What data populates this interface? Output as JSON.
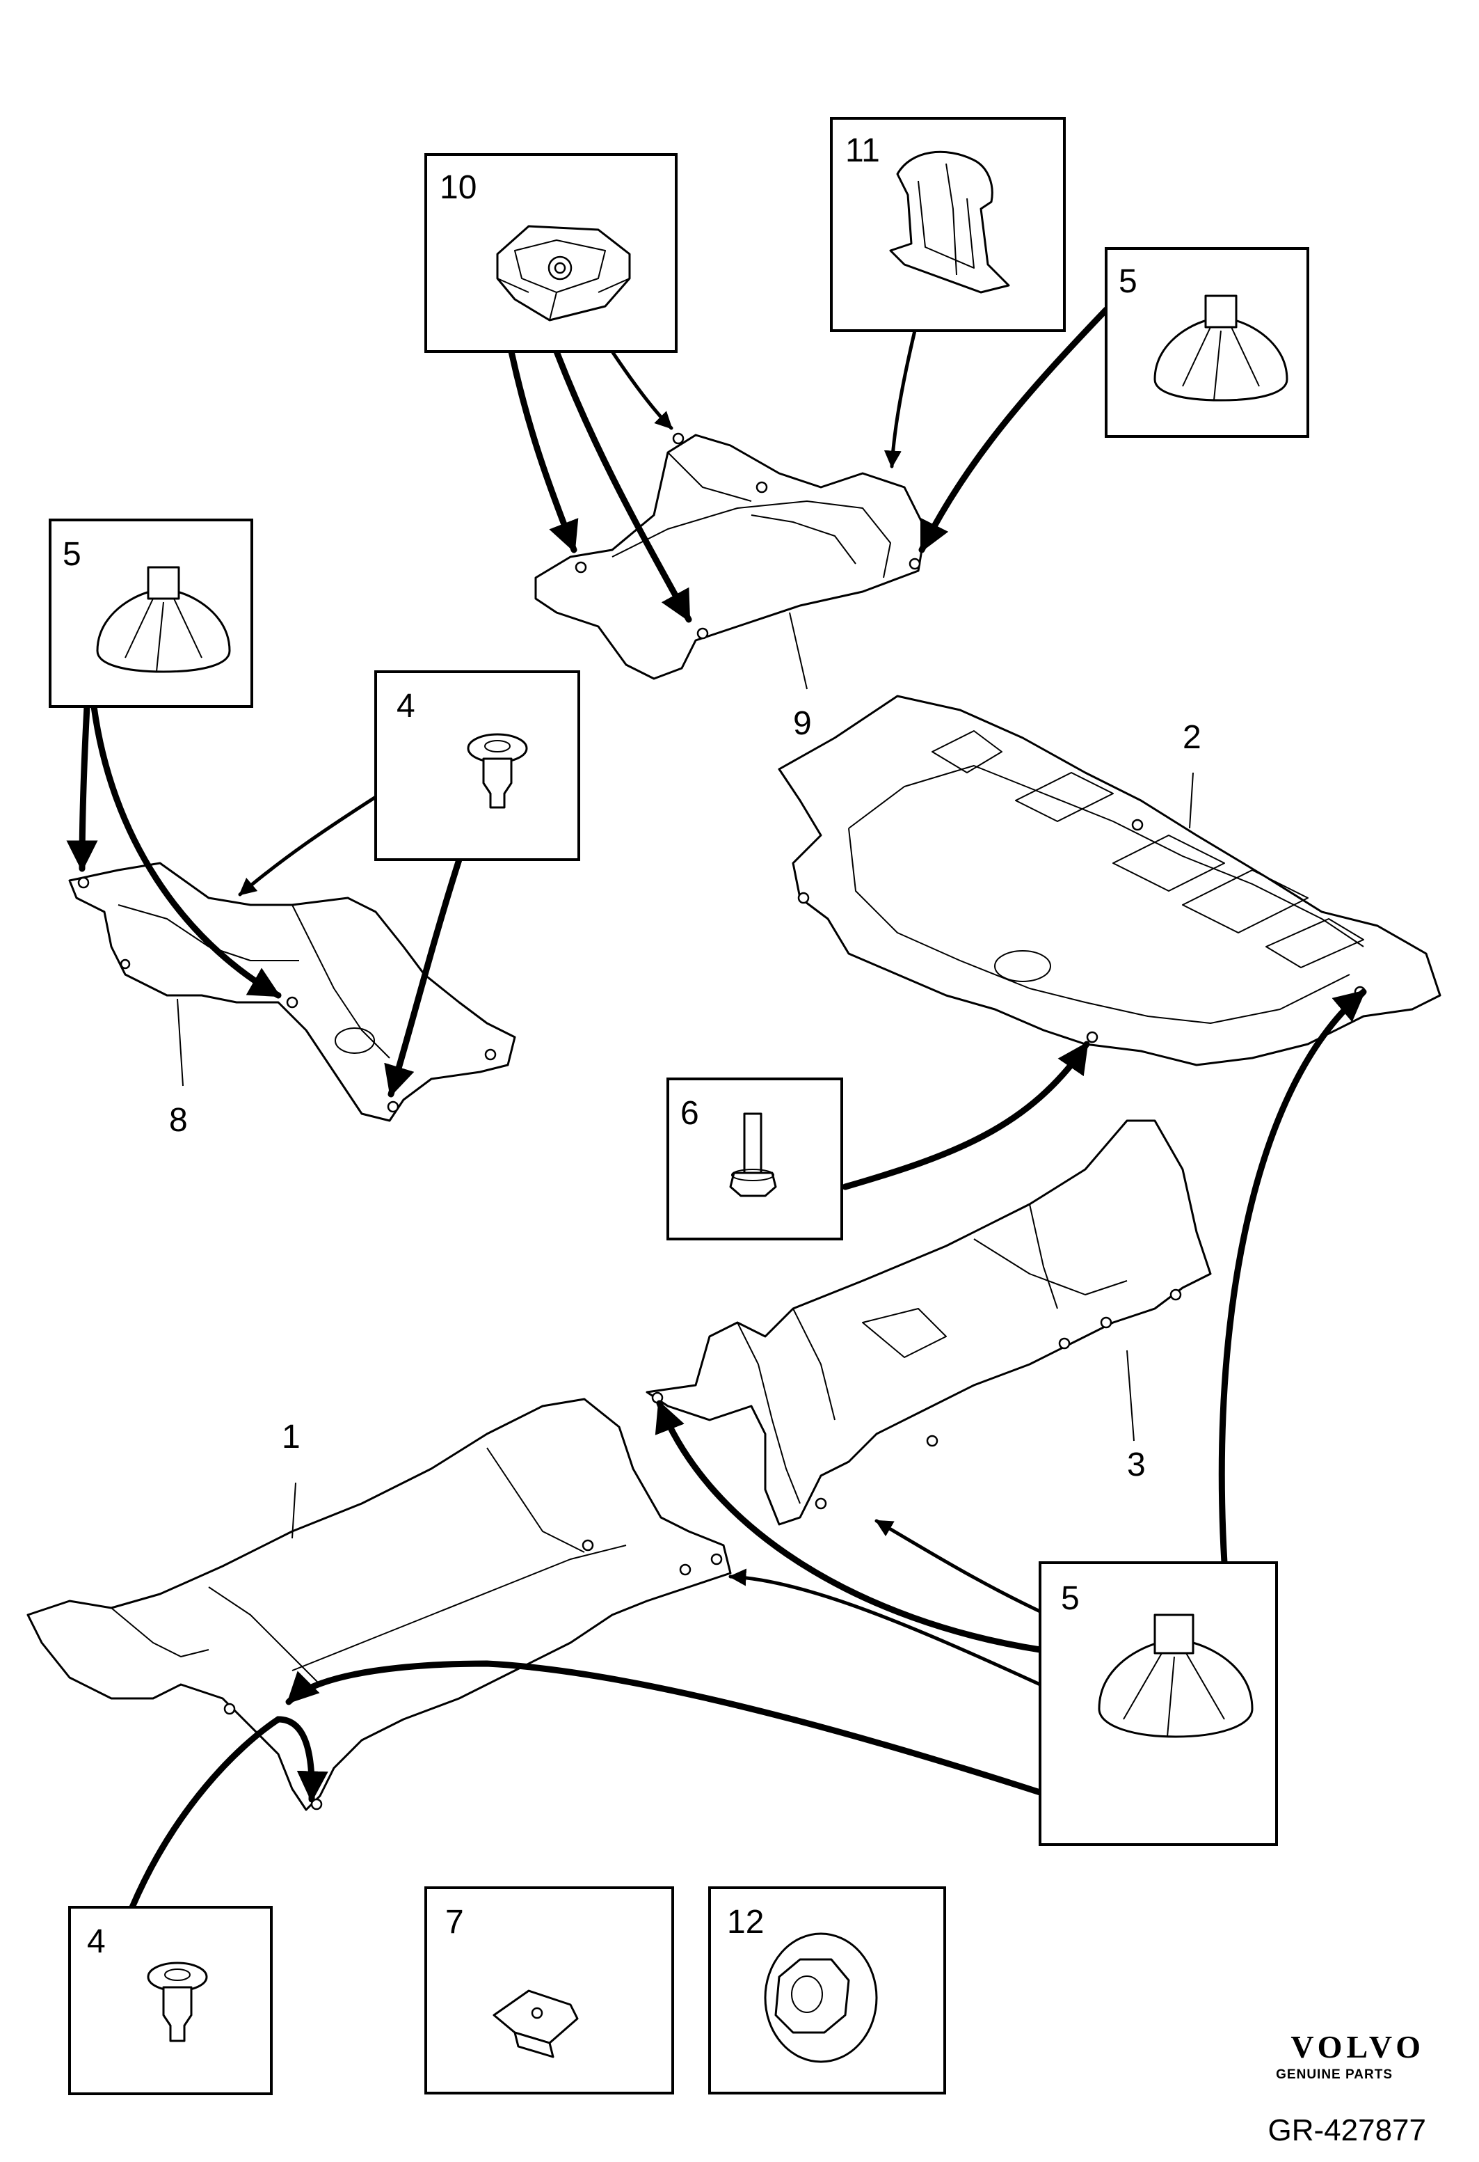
{
  "diagram": {
    "callouts": {
      "c10": "10",
      "c11": "11",
      "c5_top": "5",
      "c5_left": "5",
      "c4_mid": "4",
      "c6": "6",
      "c5_bottom": "5",
      "c4_bottom": "4",
      "c7": "7",
      "c12": "12"
    },
    "part_labels": {
      "p1": "1",
      "p2": "2",
      "p3": "3",
      "p8": "8",
      "p9": "9"
    }
  },
  "brand": {
    "logo": "VOLVO",
    "tagline": "GENUINE PARTS"
  },
  "reference": "GR-427877"
}
